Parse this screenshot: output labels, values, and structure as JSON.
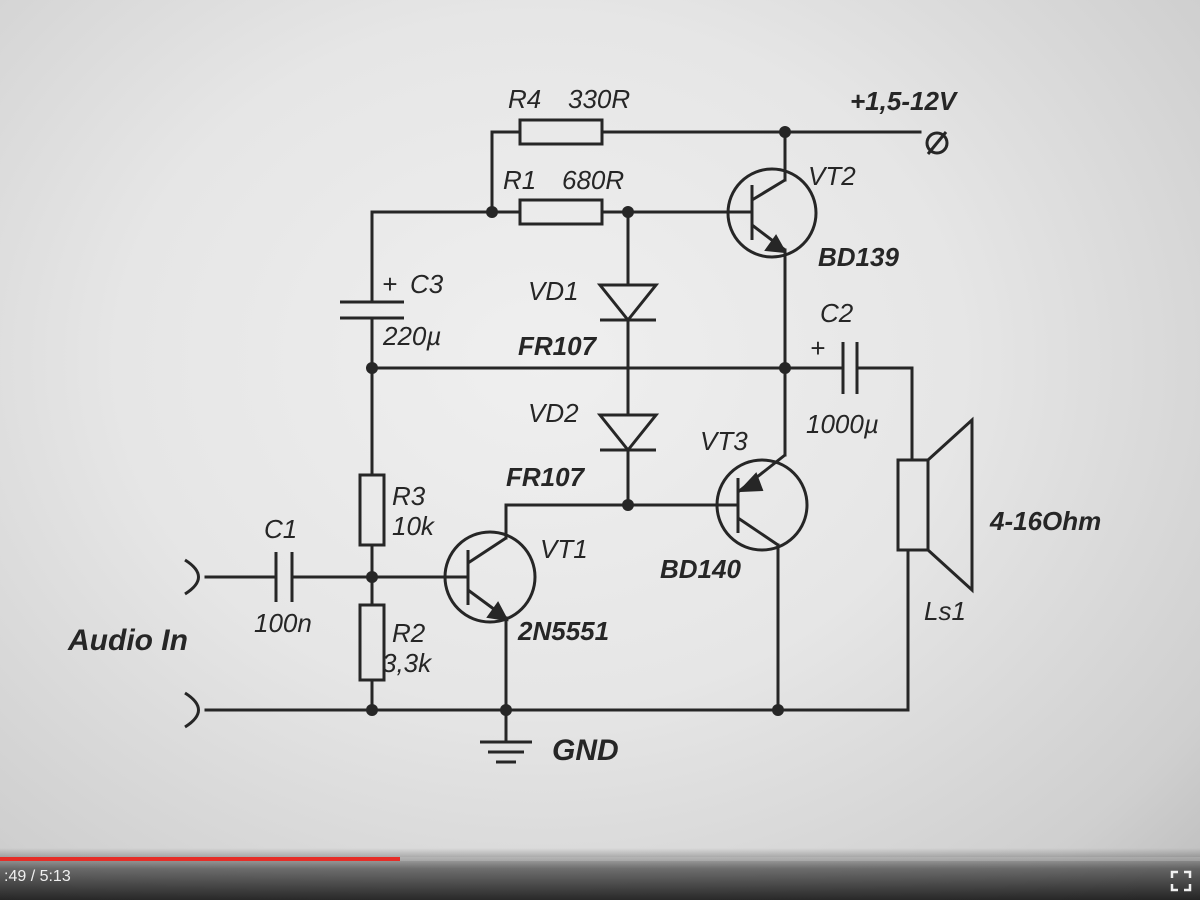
{
  "schematic": {
    "supply_label": "+1,5-12V",
    "gnd_label": "GND",
    "input_label": "Audio In",
    "load_label": "4-16Ohm",
    "components": {
      "R4": {
        "ref": "R4",
        "value": "330R"
      },
      "R1": {
        "ref": "R1",
        "value": "680R"
      },
      "R3": {
        "ref": "R3",
        "value": "10k"
      },
      "R2": {
        "ref": "R2",
        "value": "3,3k"
      },
      "C1": {
        "ref": "C1",
        "value": "100n"
      },
      "C2": {
        "ref": "C2",
        "value": "1000µ",
        "plus": "+"
      },
      "C3": {
        "ref": "C3",
        "value": "220µ",
        "plus": "+"
      },
      "VD1": {
        "ref": "VD1",
        "value": "FR107"
      },
      "VD2": {
        "ref": "VD2",
        "value": "FR107"
      },
      "VT1": {
        "ref": "VT1",
        "value": "2N5551"
      },
      "VT2": {
        "ref": "VT2",
        "value": "BD139"
      },
      "VT3": {
        "ref": "VT3",
        "value": "BD140"
      },
      "Ls1": {
        "ref": "Ls1"
      }
    }
  },
  "player": {
    "time": ":49 / 5:13",
    "progress": 0.333,
    "accent_color": "#e52d27"
  }
}
